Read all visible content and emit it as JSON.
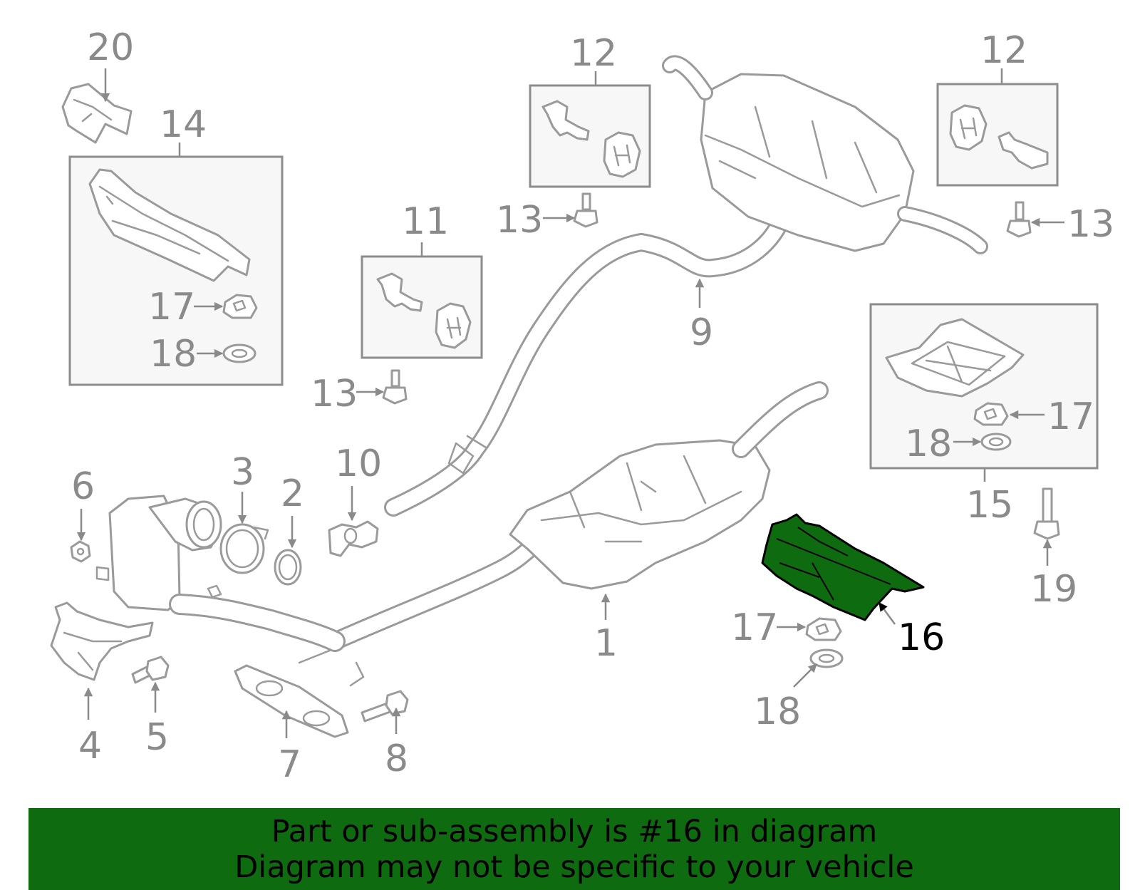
{
  "colors": {
    "highlight": "#0f6b0f",
    "part_line": "#9a9a9a",
    "callout": "#8a8a8a",
    "banner_bg": "#0f6b0f",
    "banner_text": "#000000"
  },
  "callouts": {
    "c1": "1",
    "c2": "2",
    "c3": "3",
    "c4": "4",
    "c5": "5",
    "c6": "6",
    "c7": "7",
    "c8": "8",
    "c9": "9",
    "c10": "10",
    "c11": "11",
    "c12a": "12",
    "c12b": "12",
    "c13a": "13",
    "c13b": "13",
    "c13c": "13",
    "c14": "14",
    "c15": "15",
    "c16": "16",
    "c17a": "17",
    "c17b": "17",
    "c17c": "17",
    "c18a": "18",
    "c18b": "18",
    "c18c": "18",
    "c19": "19",
    "c20": "20"
  },
  "banner": {
    "line1": "Part or sub-assembly is #16 in diagram",
    "line2": "Diagram may not be specific to your vehicle"
  }
}
